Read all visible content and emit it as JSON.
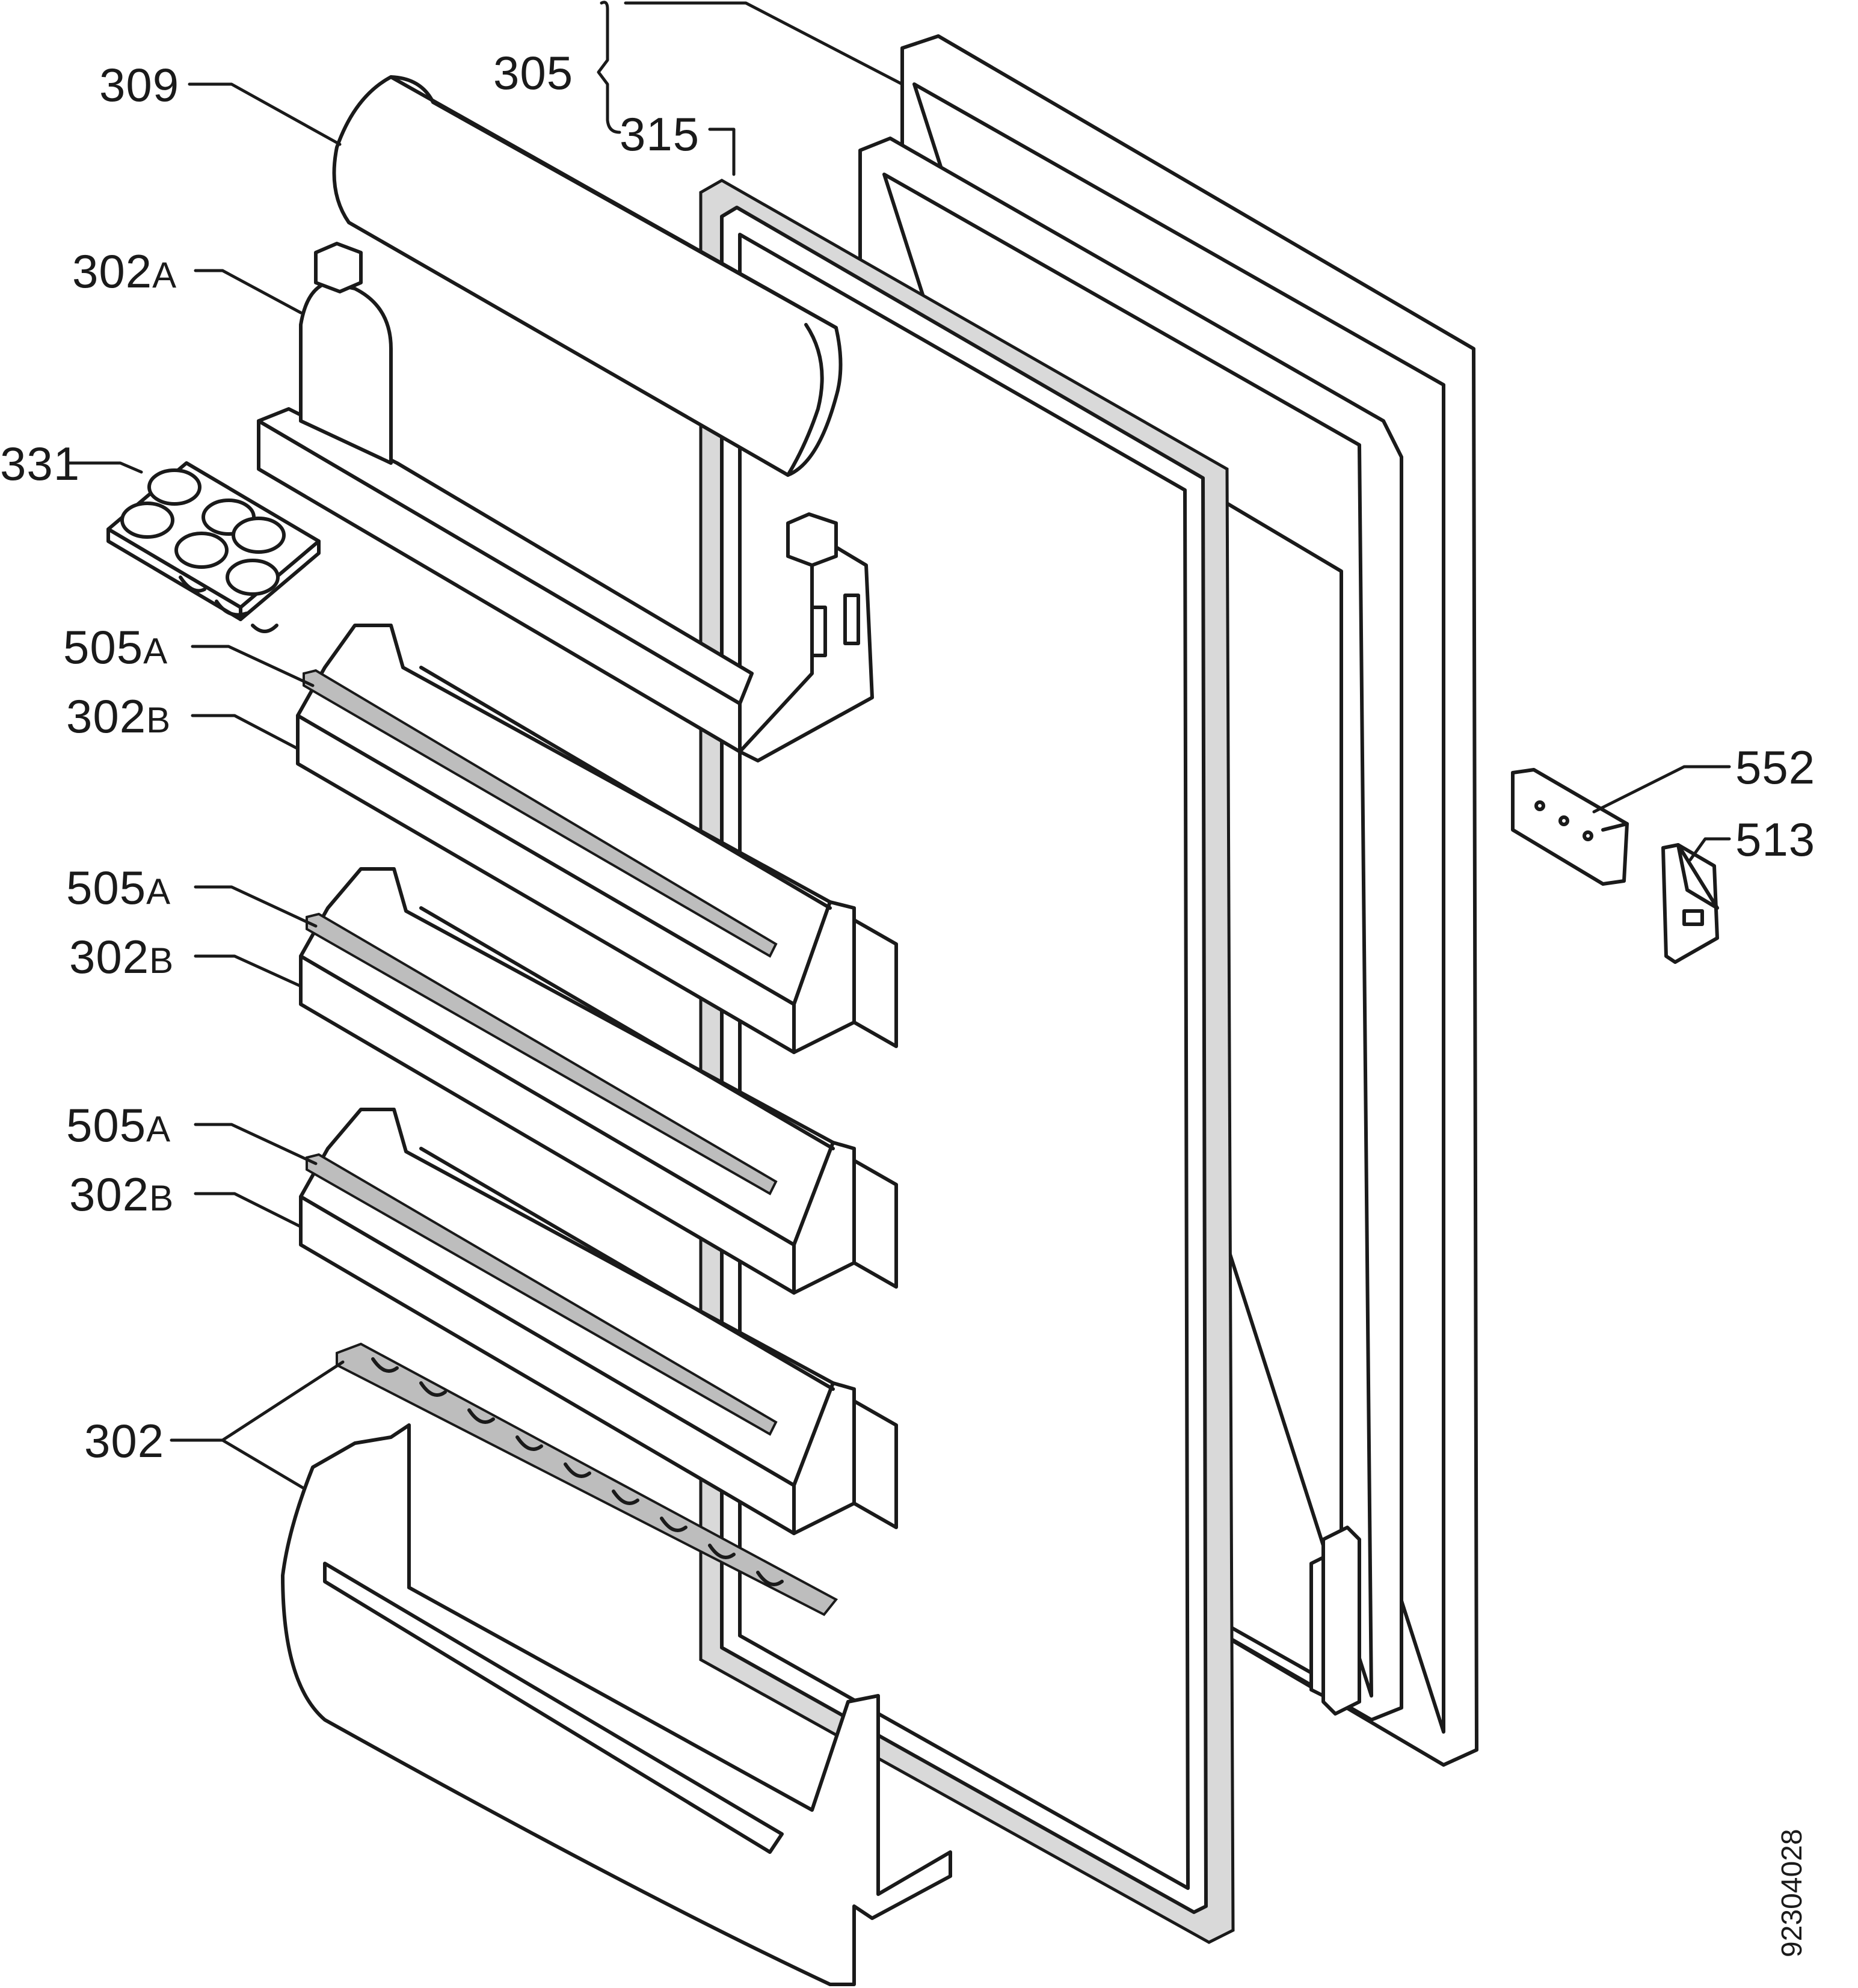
{
  "callouts": {
    "c309": "309",
    "c305": "305",
    "c315": "315",
    "c302a_num": "302",
    "c302a_suffix": "A",
    "c331": "331",
    "c505a_1_num": "505",
    "c505a_1_suffix": "A",
    "c302b_1_num": "302",
    "c302b_1_suffix": "B",
    "c505a_2_num": "505",
    "c505a_2_suffix": "A",
    "c302b_2_num": "302",
    "c302b_2_suffix": "B",
    "c505a_3_num": "505",
    "c505a_3_suffix": "A",
    "c302b_3_num": "302",
    "c302b_3_suffix": "B",
    "c302": "302",
    "c552": "552",
    "c513": "513"
  },
  "drawing_code": "92304028"
}
